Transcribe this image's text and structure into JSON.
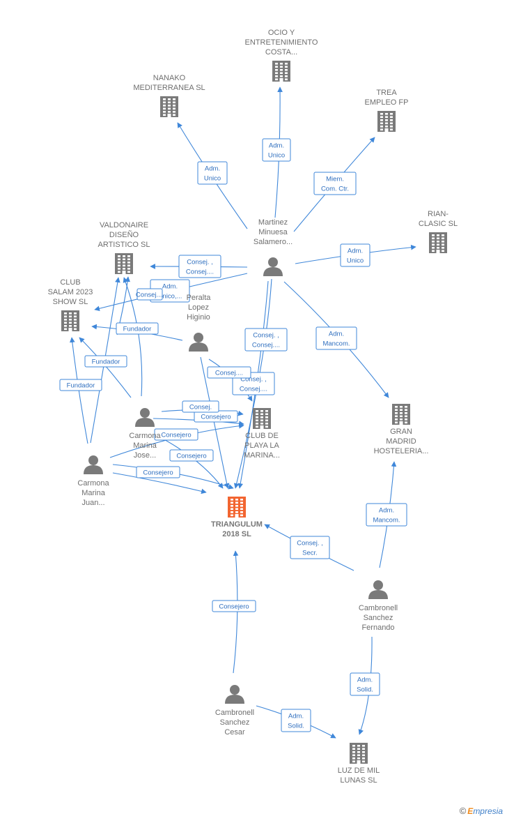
{
  "companies": [
    {
      "id": "ocio",
      "lines": [
        "OCIO Y",
        "ENTRETENIMIENTO",
        "COSTA..."
      ],
      "main": false
    },
    {
      "id": "nanako",
      "lines": [
        "NANAKO",
        "MEDITERRANEA SL"
      ],
      "main": false
    },
    {
      "id": "trea",
      "lines": [
        "TREA",
        "EMPLEO FP"
      ],
      "main": false
    },
    {
      "id": "rian",
      "lines": [
        "RIAN-",
        "CLASIC SL"
      ],
      "main": false
    },
    {
      "id": "valdonaire",
      "lines": [
        "VALDONAIRE",
        "DISEÑO",
        "ARTISTICO SL"
      ],
      "main": false
    },
    {
      "id": "clubsalam",
      "lines": [
        "CLUB",
        "SALAM 2023",
        "SHOW SL"
      ],
      "main": false
    },
    {
      "id": "clubplaya",
      "lines": [
        "CLUB DE",
        "PLAYA LA",
        "MARINA..."
      ],
      "main": false
    },
    {
      "id": "granmadrid",
      "lines": [
        "GRAN",
        "MADRID",
        "HOSTELERIA..."
      ],
      "main": false
    },
    {
      "id": "triangulum",
      "lines": [
        "TRIANGULUM",
        "2018 SL"
      ],
      "main": true
    },
    {
      "id": "luzdemil",
      "lines": [
        "LUZ DE MIL",
        "LUNAS SL"
      ],
      "main": false
    }
  ],
  "persons": [
    {
      "id": "martinez",
      "lines": [
        "Martinez",
        "Minuesa",
        "Salamero..."
      ]
    },
    {
      "id": "peralta",
      "lines": [
        "Peralta",
        "Lopez",
        "Higinio"
      ]
    },
    {
      "id": "carmona_jose",
      "lines": [
        "Carmona",
        "Marina",
        "Jose..."
      ]
    },
    {
      "id": "carmona_juan",
      "lines": [
        "Carmona",
        "Marina",
        "Juan..."
      ]
    },
    {
      "id": "cambronell_fernando",
      "lines": [
        "Cambronell",
        "Sanchez",
        "Fernando"
      ]
    },
    {
      "id": "cambronell_cesar",
      "lines": [
        "Cambronell",
        "Sanchez",
        "Cesar"
      ]
    }
  ],
  "relations": [
    {
      "id": "r1",
      "lines": [
        "Adm.",
        "Unico"
      ]
    },
    {
      "id": "r2",
      "lines": [
        "Adm.",
        "Unico"
      ]
    },
    {
      "id": "r3",
      "lines": [
        "Miem.",
        "Com. Ctr."
      ]
    },
    {
      "id": "r4",
      "lines": [
        "Adm.",
        "Unico"
      ]
    },
    {
      "id": "r5",
      "lines": [
        "Consej. ,",
        "Consej...."
      ]
    },
    {
      "id": "r6",
      "lines": [
        "Adm.",
        "Unico,..."
      ]
    },
    {
      "id": "r7",
      "lines": [
        "Consej. ,",
        "Consej...."
      ]
    },
    {
      "id": "r8",
      "lines": [
        "Adm.",
        "Mancom."
      ]
    },
    {
      "id": "r9",
      "lines": [
        "Fundador"
      ]
    },
    {
      "id": "r10",
      "lines": [
        "Fundador"
      ]
    },
    {
      "id": "r11",
      "lines": [
        "Fundador"
      ]
    },
    {
      "id": "r12",
      "lines": [
        "Consej. ,",
        "Consej...."
      ]
    },
    {
      "id": "r13",
      "lines": [
        "Consejero"
      ]
    },
    {
      "id": "r14",
      "lines": [
        "Consejero"
      ]
    },
    {
      "id": "r15",
      "lines": [
        "Consejero"
      ]
    },
    {
      "id": "r16",
      "lines": [
        "Consejero"
      ]
    },
    {
      "id": "r17",
      "lines": [
        "Adm.",
        "Mancom."
      ]
    },
    {
      "id": "r18",
      "lines": [
        "Consej. ,",
        "Secr."
      ]
    },
    {
      "id": "r19",
      "lines": [
        "Consejero"
      ]
    },
    {
      "id": "r20",
      "lines": [
        "Adm.",
        "Solid."
      ]
    },
    {
      "id": "r21",
      "lines": [
        "Adm.",
        "Solid."
      ]
    },
    {
      "id": "r22",
      "lines": [
        "Consej...."
      ]
    },
    {
      "id": "r23",
      "lines": [
        "Consej."
      ]
    },
    {
      "id": "r24",
      "lines": [
        "Consej...."
      ]
    }
  ],
  "copyright": {
    "symbol": "©",
    "brand_initial": "E",
    "brand_rest": "mpresia"
  },
  "colors": {
    "edge": "#3f87d9",
    "building": "#7a7a7a",
    "main_building": "#f26531",
    "person": "#7a7a7a"
  }
}
